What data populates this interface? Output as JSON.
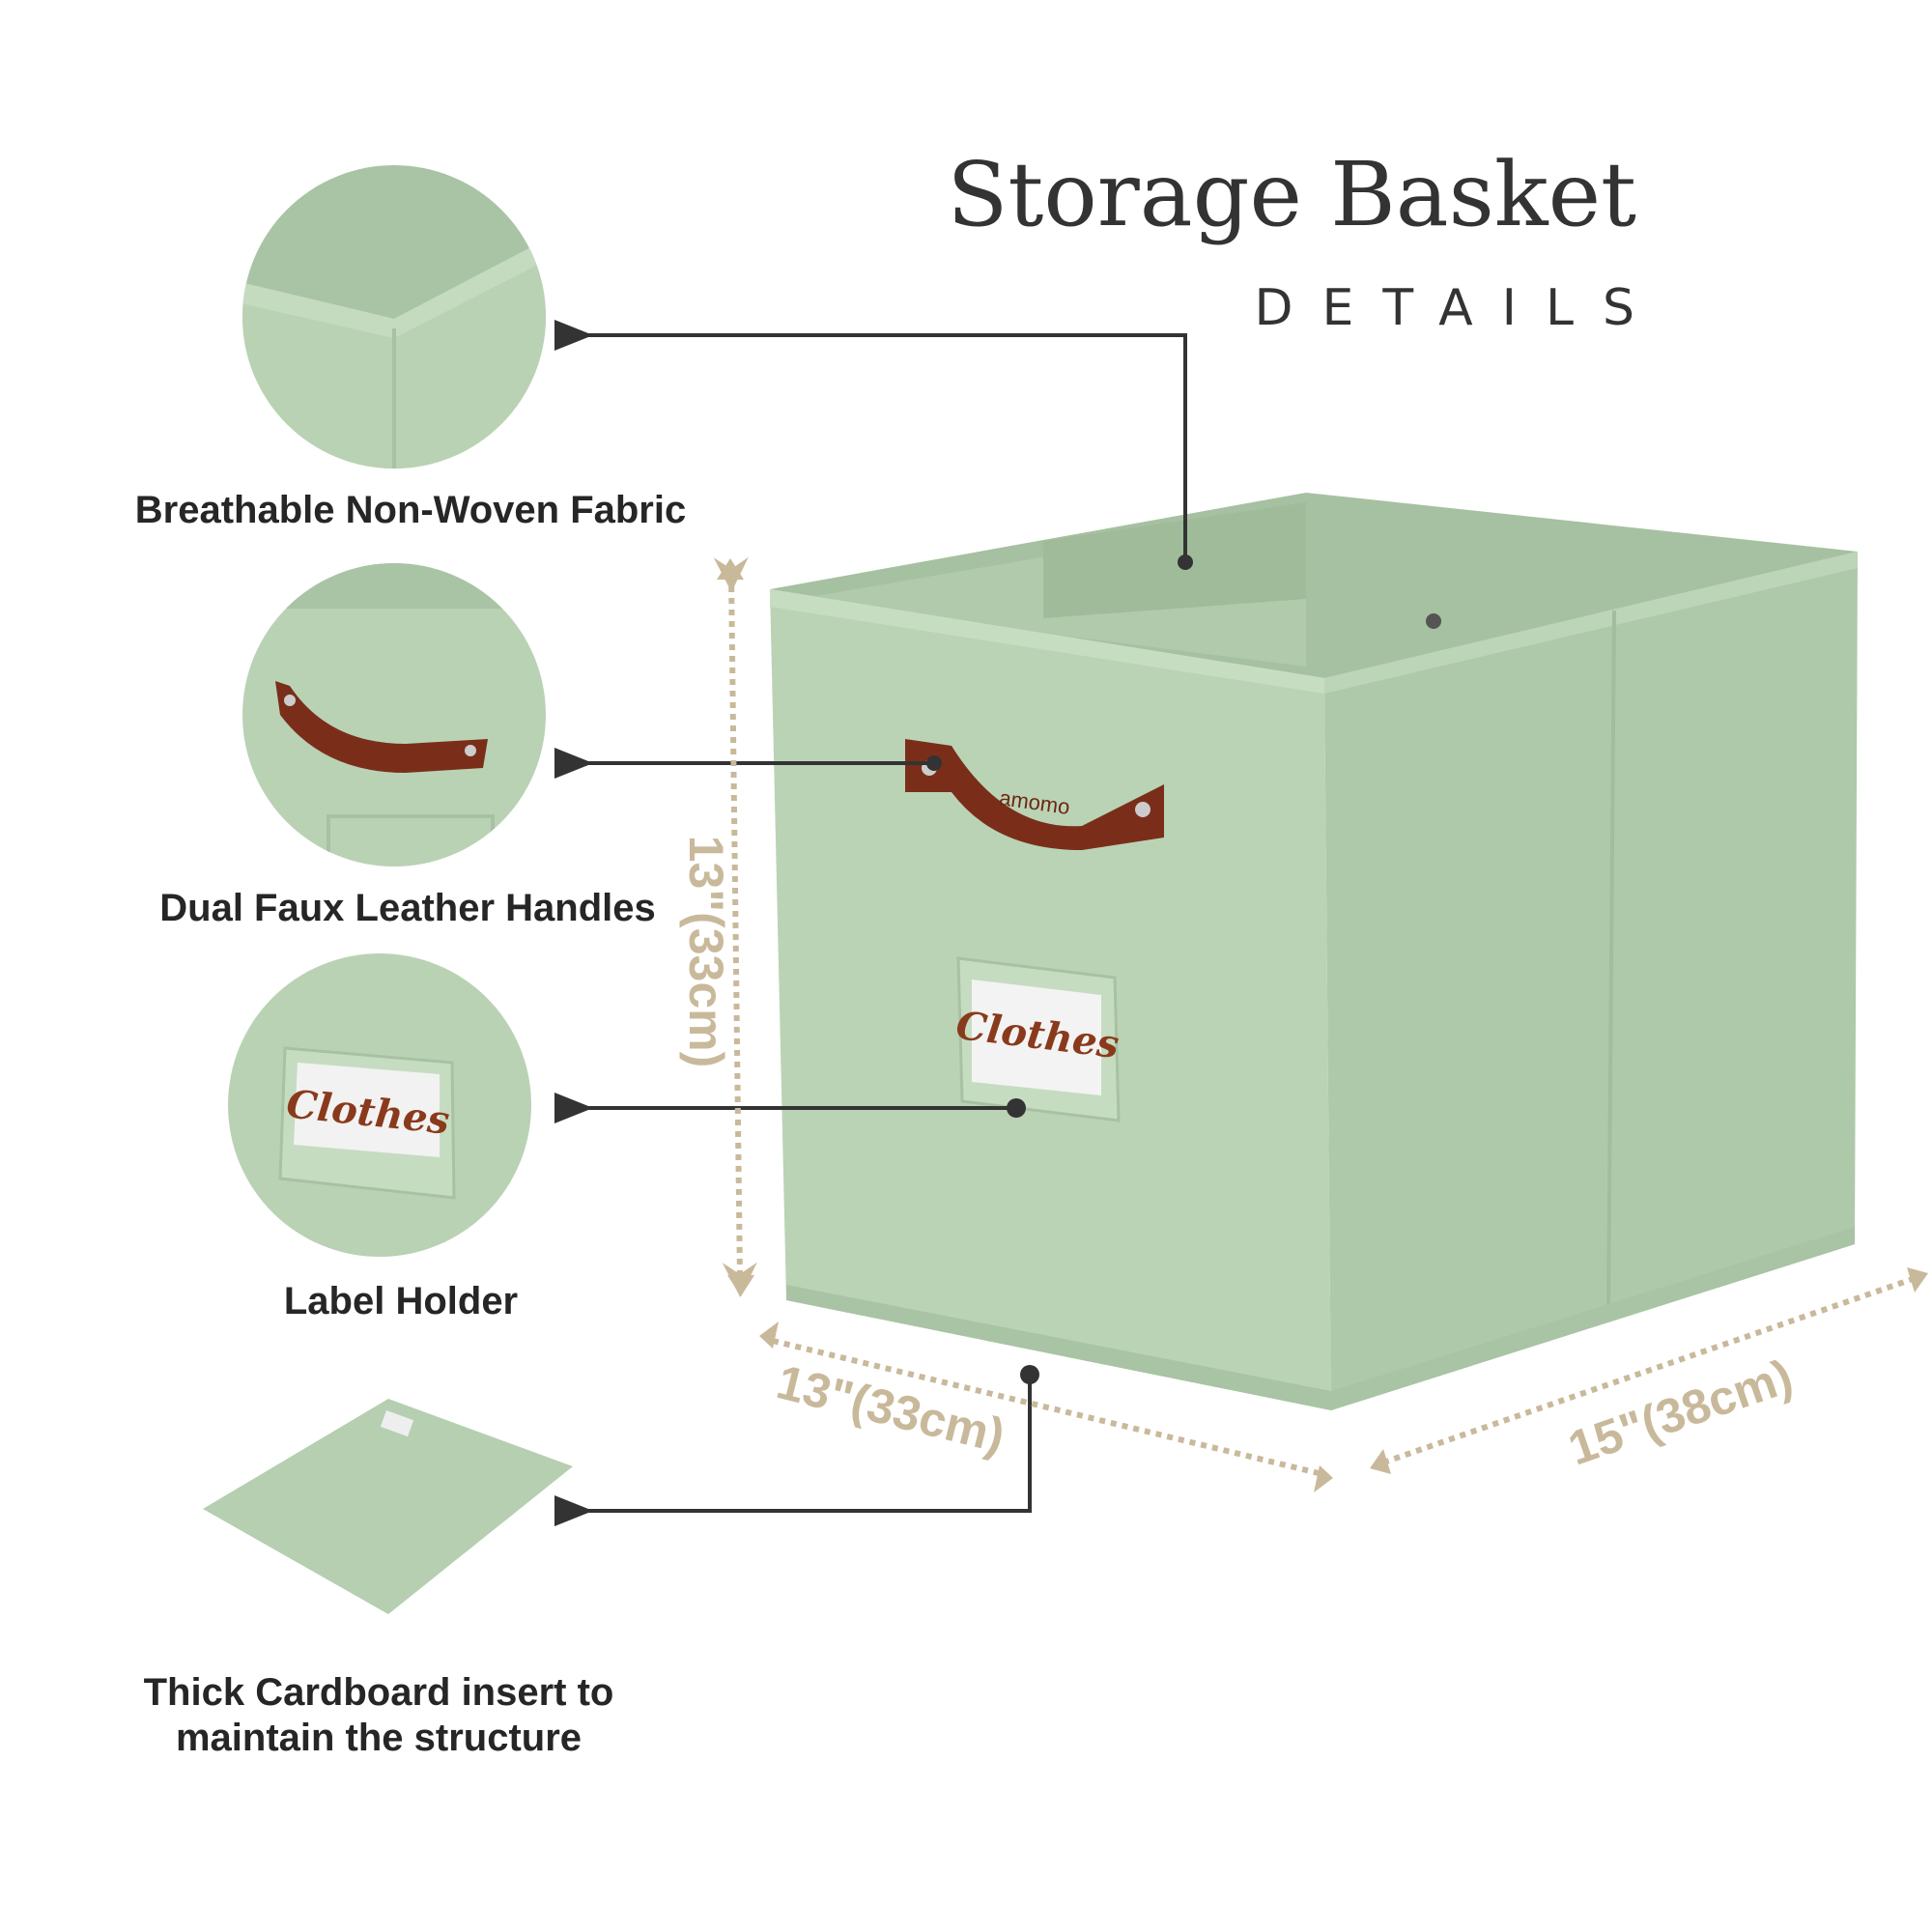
{
  "header": {
    "title": "Storage Basket",
    "subtitle": "DETAILS"
  },
  "features": [
    {
      "label": "Breathable Non-Woven Fabric",
      "icon": "fabric-corner-closeup"
    },
    {
      "label": "Dual Faux Leather Handles",
      "icon": "leather-handle-closeup"
    },
    {
      "label": "Label Holder",
      "icon": "label-holder-closeup"
    },
    {
      "label_line1": "Thick Cardboard insert to",
      "label_line2": "maintain the structure",
      "icon": "cardboard-insert"
    }
  ],
  "product": {
    "label_card_text": "Clothes",
    "handle_brand": "amomo"
  },
  "dimensions": {
    "height": "13\"(33cm)",
    "depth": "13\"(33cm)",
    "width": "15\"(38cm)"
  },
  "colors": {
    "fabric": "#b9d2b4",
    "fabric_dark": "#a8c4a3",
    "leather": "#7a2e1a",
    "dimension": "#c9b99b",
    "text": "#262626"
  }
}
